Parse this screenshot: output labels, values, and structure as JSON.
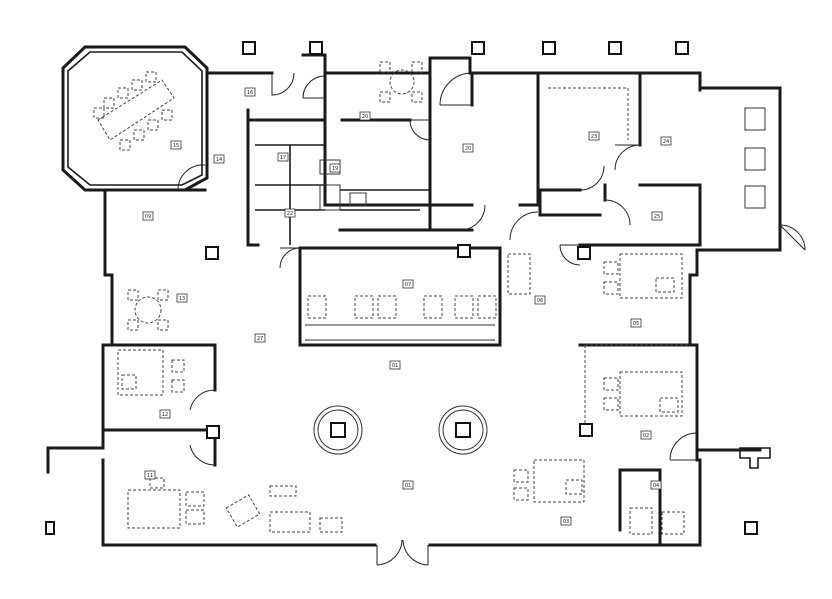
{
  "plan": {
    "room_tags": [
      {
        "id": "tag-conference",
        "label": "15"
      },
      {
        "id": "tag-break",
        "label": "20"
      },
      {
        "id": "tag-lobby-north",
        "label": "16"
      },
      {
        "id": "tag-restroom",
        "label": "17"
      },
      {
        "id": "tag-closet",
        "label": "19"
      },
      {
        "id": "tag-storage",
        "label": "20"
      },
      {
        "id": "tag-office-a",
        "label": "22"
      },
      {
        "id": "tag-office-b",
        "label": "23"
      },
      {
        "id": "tag-office-c",
        "label": "24"
      },
      {
        "id": "tag-office-d",
        "label": "25"
      },
      {
        "id": "tag-west-hall",
        "label": "14"
      },
      {
        "id": "tag-lounge",
        "label": "13"
      },
      {
        "id": "tag-workroom",
        "label": "09"
      },
      {
        "id": "tag-corridor",
        "label": "07"
      },
      {
        "id": "tag-cubicle-e",
        "label": "06"
      },
      {
        "id": "tag-open-office",
        "label": "27"
      },
      {
        "id": "tag-main-hall",
        "label": "01"
      },
      {
        "id": "tag-cubicle-w",
        "label": "12"
      },
      {
        "id": "tag-office-sw",
        "label": "11"
      },
      {
        "id": "tag-cubicle-se",
        "label": "05"
      },
      {
        "id": "tag-reception",
        "label": "02"
      },
      {
        "id": "tag-entry",
        "label": "01"
      },
      {
        "id": "tag-office-se",
        "label": "03"
      },
      {
        "id": "tag-small-office",
        "label": "04"
      }
    ]
  }
}
